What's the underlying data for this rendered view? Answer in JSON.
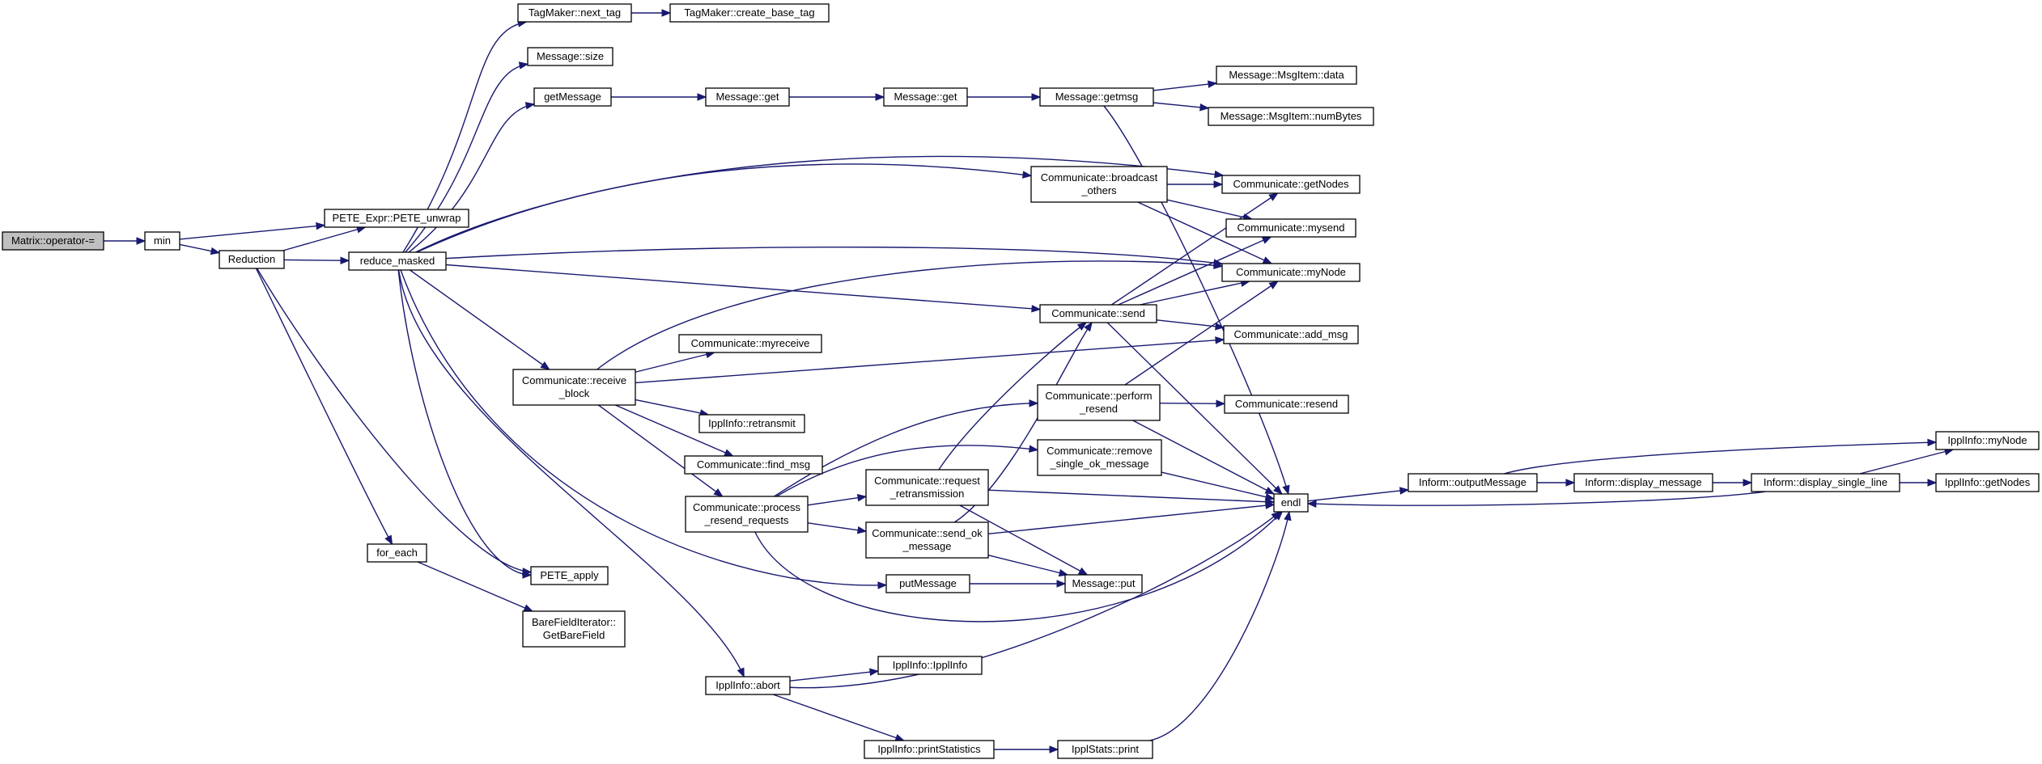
{
  "graph": {
    "colors": {
      "edge": "#191970",
      "node_fill": "#ffffff",
      "root_fill": "#bfbfbf",
      "node_border": "#000000"
    },
    "nodes": [
      {
        "id": "root",
        "lines": [
          "Matrix::operator-="
        ],
        "root": true
      },
      {
        "id": "min",
        "lines": [
          "min"
        ]
      },
      {
        "id": "reduction",
        "lines": [
          "Reduction"
        ]
      },
      {
        "id": "pete_unwrap",
        "lines": [
          "PETE_Expr::PETE_unwrap"
        ]
      },
      {
        "id": "reduce_masked",
        "lines": [
          "reduce_masked"
        ]
      },
      {
        "id": "next_tag",
        "lines": [
          "TagMaker::next_tag"
        ]
      },
      {
        "id": "create_base_tag",
        "lines": [
          "TagMaker::create_base_tag"
        ]
      },
      {
        "id": "msg_size",
        "lines": [
          "Message::size"
        ]
      },
      {
        "id": "getmessage",
        "lines": [
          "getMessage"
        ]
      },
      {
        "id": "msg_get1",
        "lines": [
          "Message::get"
        ]
      },
      {
        "id": "msg_get2",
        "lines": [
          "Message::get"
        ]
      },
      {
        "id": "msg_getmsg",
        "lines": [
          "Message::getmsg"
        ]
      },
      {
        "id": "msgitem_data",
        "lines": [
          "Message::MsgItem::data"
        ]
      },
      {
        "id": "msgitem_numbytes",
        "lines": [
          "Message::MsgItem::numBytes"
        ]
      },
      {
        "id": "comm_broadcast",
        "lines": [
          "Communicate::broadcast",
          "_others"
        ]
      },
      {
        "id": "comm_getnodes",
        "lines": [
          "Communicate::getNodes"
        ]
      },
      {
        "id": "comm_mysend",
        "lines": [
          "Communicate::mysend"
        ]
      },
      {
        "id": "comm_mynode",
        "lines": [
          "Communicate::myNode"
        ]
      },
      {
        "id": "comm_send",
        "lines": [
          "Communicate::send"
        ]
      },
      {
        "id": "comm_addmsg",
        "lines": [
          "Communicate::add_msg"
        ]
      },
      {
        "id": "comm_myreceive",
        "lines": [
          "Communicate::myreceive"
        ]
      },
      {
        "id": "comm_receive_block",
        "lines": [
          "Communicate::receive",
          "_block"
        ]
      },
      {
        "id": "ippl_retransmit",
        "lines": [
          "IpplInfo::retransmit"
        ]
      },
      {
        "id": "comm_perform_resend",
        "lines": [
          "Communicate::perform",
          "_resend"
        ]
      },
      {
        "id": "comm_resend",
        "lines": [
          "Communicate::resend"
        ]
      },
      {
        "id": "comm_find_msg",
        "lines": [
          "Communicate::find_msg"
        ]
      },
      {
        "id": "comm_remove_single",
        "lines": [
          "Communicate::remove",
          "_single_ok_message"
        ]
      },
      {
        "id": "comm_process_resend",
        "lines": [
          "Communicate::process",
          "_resend_requests"
        ]
      },
      {
        "id": "comm_request_retrans",
        "lines": [
          "Communicate::request",
          "_retransmission"
        ]
      },
      {
        "id": "comm_send_ok",
        "lines": [
          "Communicate::send_ok",
          "_message"
        ]
      },
      {
        "id": "endl",
        "lines": [
          "endl"
        ]
      },
      {
        "id": "inform_output",
        "lines": [
          "Inform::outputMessage"
        ]
      },
      {
        "id": "inform_display_msg",
        "lines": [
          "Inform::display_message"
        ]
      },
      {
        "id": "inform_display_line",
        "lines": [
          "Inform::display_single_line"
        ]
      },
      {
        "id": "ippl_mynode",
        "lines": [
          "IpplInfo::myNode"
        ]
      },
      {
        "id": "ippl_getnodes",
        "lines": [
          "IpplInfo::getNodes"
        ]
      },
      {
        "id": "for_each",
        "lines": [
          "for_each"
        ]
      },
      {
        "id": "pete_apply",
        "lines": [
          "PETE_apply"
        ]
      },
      {
        "id": "barefield",
        "lines": [
          "BareFieldIterator::",
          "GetBareField"
        ]
      },
      {
        "id": "putmessage",
        "lines": [
          "putMessage"
        ]
      },
      {
        "id": "msg_put",
        "lines": [
          "Message::put"
        ]
      },
      {
        "id": "ippl_abort",
        "lines": [
          "IpplInfo::abort"
        ]
      },
      {
        "id": "ippl_ipplinfo",
        "lines": [
          "IpplInfo::IpplInfo"
        ]
      },
      {
        "id": "ippl_printstats",
        "lines": [
          "IpplInfo::printStatistics"
        ]
      },
      {
        "id": "ipplstats_print",
        "lines": [
          "IpplStats::print"
        ]
      }
    ],
    "edges": [
      {
        "from": "root",
        "to": "min"
      },
      {
        "from": "min",
        "to": "pete_unwrap"
      },
      {
        "from": "min",
        "to": "reduction"
      },
      {
        "from": "reduction",
        "to": "pete_unwrap"
      },
      {
        "from": "reduction",
        "to": "reduce_masked"
      },
      {
        "from": "reduction",
        "to": "for_each"
      },
      {
        "from": "reduction",
        "to": "pete_apply"
      },
      {
        "from": "reduce_masked",
        "to": "next_tag"
      },
      {
        "from": "reduce_masked",
        "to": "msg_size"
      },
      {
        "from": "reduce_masked",
        "to": "getmessage"
      },
      {
        "from": "reduce_masked",
        "to": "comm_broadcast"
      },
      {
        "from": "reduce_masked",
        "to": "comm_getnodes"
      },
      {
        "from": "reduce_masked",
        "to": "comm_mynode"
      },
      {
        "from": "reduce_masked",
        "to": "comm_send"
      },
      {
        "from": "reduce_masked",
        "to": "comm_receive_block"
      },
      {
        "from": "reduce_masked",
        "to": "pete_apply"
      },
      {
        "from": "reduce_masked",
        "to": "putmessage"
      },
      {
        "from": "reduce_masked",
        "to": "ippl_abort"
      },
      {
        "from": "next_tag",
        "to": "create_base_tag"
      },
      {
        "from": "getmessage",
        "to": "msg_get1"
      },
      {
        "from": "msg_get1",
        "to": "msg_get2"
      },
      {
        "from": "msg_get2",
        "to": "msg_getmsg"
      },
      {
        "from": "msg_getmsg",
        "to": "msgitem_data"
      },
      {
        "from": "msg_getmsg",
        "to": "msgitem_numbytes"
      },
      {
        "from": "msg_getmsg",
        "to": "endl"
      },
      {
        "from": "comm_broadcast",
        "to": "comm_getnodes"
      },
      {
        "from": "comm_broadcast",
        "to": "comm_mysend"
      },
      {
        "from": "comm_broadcast",
        "to": "comm_mynode"
      },
      {
        "from": "comm_send",
        "to": "comm_getnodes"
      },
      {
        "from": "comm_send",
        "to": "comm_mysend"
      },
      {
        "from": "comm_send",
        "to": "comm_mynode"
      },
      {
        "from": "comm_send",
        "to": "comm_addmsg"
      },
      {
        "from": "comm_send",
        "to": "endl"
      },
      {
        "from": "comm_receive_block",
        "to": "comm_mynode"
      },
      {
        "from": "comm_receive_block",
        "to": "comm_myreceive"
      },
      {
        "from": "comm_receive_block",
        "to": "comm_addmsg"
      },
      {
        "from": "comm_receive_block",
        "to": "ippl_retransmit"
      },
      {
        "from": "comm_receive_block",
        "to": "comm_find_msg"
      },
      {
        "from": "comm_receive_block",
        "to": "comm_process_resend"
      },
      {
        "from": "comm_perform_resend",
        "to": "comm_mynode"
      },
      {
        "from": "comm_perform_resend",
        "to": "comm_resend"
      },
      {
        "from": "comm_perform_resend",
        "to": "endl"
      },
      {
        "from": "comm_remove_single",
        "to": "endl"
      },
      {
        "from": "comm_process_resend",
        "to": "comm_perform_resend"
      },
      {
        "from": "comm_process_resend",
        "to": "comm_remove_single"
      },
      {
        "from": "comm_process_resend",
        "to": "comm_request_retrans"
      },
      {
        "from": "comm_process_resend",
        "to": "comm_send_ok"
      },
      {
        "from": "comm_process_resend",
        "to": "endl"
      },
      {
        "from": "comm_request_retrans",
        "to": "comm_send"
      },
      {
        "from": "comm_request_retrans",
        "to": "endl"
      },
      {
        "from": "comm_request_retrans",
        "to": "msg_put"
      },
      {
        "from": "comm_send_ok",
        "to": "comm_send"
      },
      {
        "from": "comm_send_ok",
        "to": "endl"
      },
      {
        "from": "comm_send_ok",
        "to": "msg_put"
      },
      {
        "from": "endl",
        "to": "inform_output"
      },
      {
        "from": "inform_output",
        "to": "inform_display_msg"
      },
      {
        "from": "inform_output",
        "to": "ippl_mynode"
      },
      {
        "from": "inform_display_msg",
        "to": "inform_display_line"
      },
      {
        "from": "inform_display_line",
        "to": "ippl_mynode"
      },
      {
        "from": "inform_display_line",
        "to": "ippl_getnodes"
      },
      {
        "from": "inform_display_line",
        "to": "endl"
      },
      {
        "from": "for_each",
        "to": "barefield"
      },
      {
        "from": "putmessage",
        "to": "msg_put"
      },
      {
        "from": "ippl_abort",
        "to": "ippl_ipplinfo"
      },
      {
        "from": "ippl_abort",
        "to": "ippl_printstats"
      },
      {
        "from": "ippl_abort",
        "to": "endl"
      },
      {
        "from": "ippl_printstats",
        "to": "ipplstats_print"
      },
      {
        "from": "ipplstats_print",
        "to": "endl"
      }
    ]
  }
}
